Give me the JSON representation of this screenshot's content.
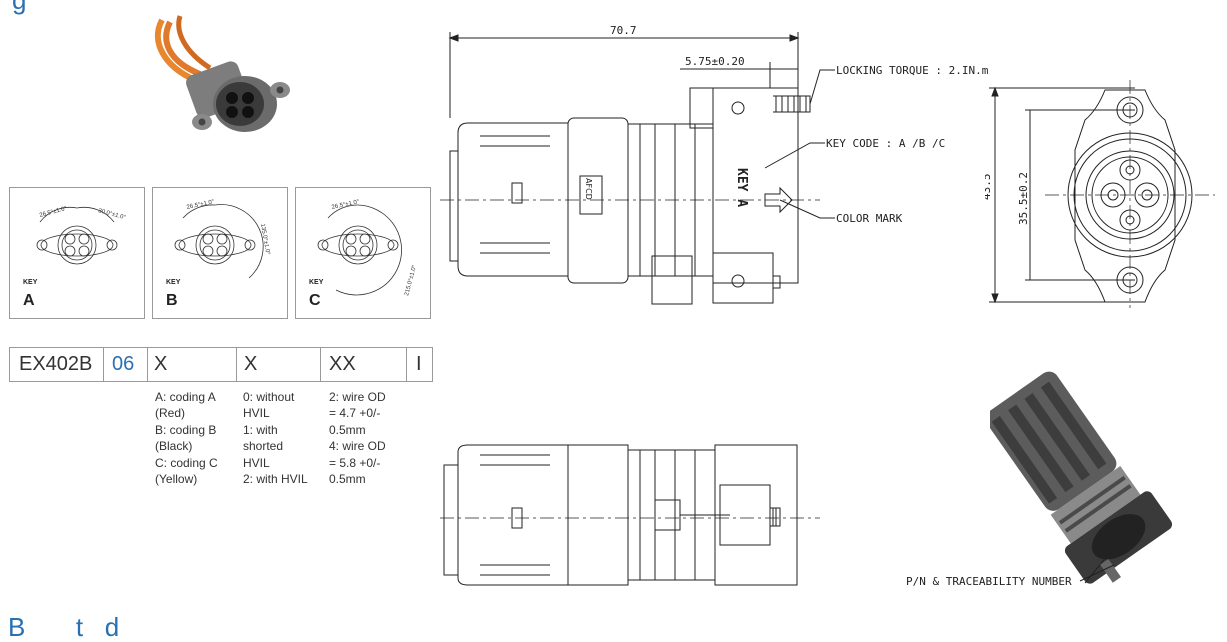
{
  "heading_top": "g",
  "heading_bottom": "B       t   d",
  "key_panels": [
    {
      "key_word": "KEY",
      "letter": "A",
      "angles": [
        "26.5°±1.0°",
        "30.0°±1.0°"
      ]
    },
    {
      "key_word": "KEY",
      "letter": "B",
      "angles": [
        "26.5°±1.0°",
        "135.0°±1.0°"
      ]
    },
    {
      "key_word": "KEY",
      "letter": "C",
      "angles": [
        "26.5°±1.0°",
        "215.0°±1.0°"
      ]
    }
  ],
  "part_code": {
    "cells": [
      "EX402B",
      "06",
      "X",
      "X",
      "XX",
      "I"
    ],
    "accent_color": "#2a6fb0"
  },
  "options": {
    "coding": [
      "A: coding A",
      "(Red)",
      "B: coding B",
      "(Black)",
      "C: coding C",
      "(Yellow)"
    ],
    "hvil": [
      "0: without",
      "HVIL",
      "1: with",
      "shorted",
      "HVIL",
      "2: with HVIL"
    ],
    "wire": [
      "2: wire OD",
      "= 4.7 +0/-",
      "0.5mm",
      "4: wire OD",
      "= 5.8 +0/-",
      "0.5mm"
    ]
  },
  "drawing": {
    "dim_overall": "70.7",
    "dim_thread": "5.75±0.20",
    "locking_torque": "LOCKING TORQUE : 2.IN.m",
    "key_code": "KEY CODE : A /B /C",
    "color_mark": "COLOR MARK",
    "key_text": "KEY A",
    "dim_height": "43.5",
    "dim_hole": "35.5±0.2",
    "pn_label": "P/N & TRACEABILITY NUMBER",
    "logo_text": "AFCD"
  }
}
